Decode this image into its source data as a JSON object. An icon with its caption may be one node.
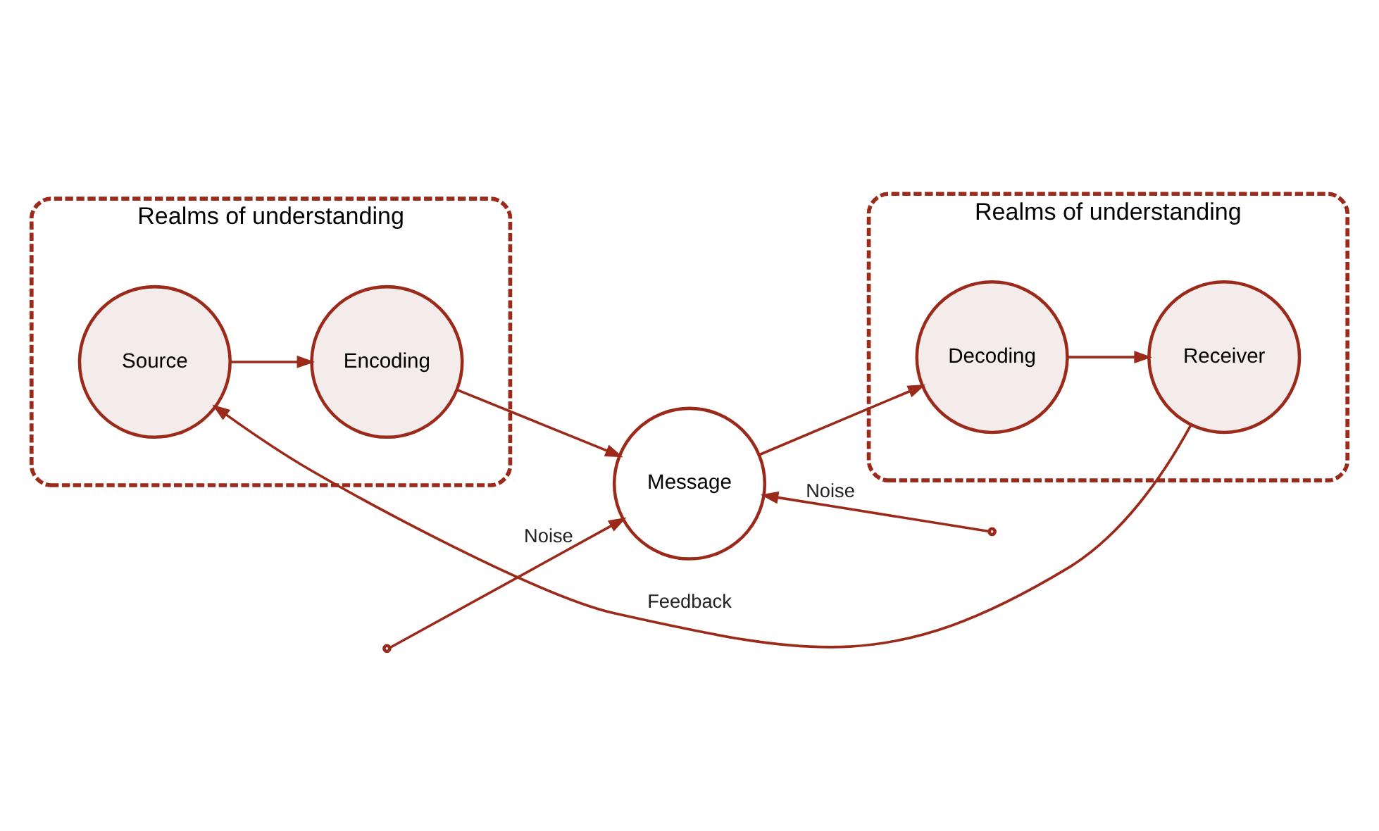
{
  "diagram": {
    "nodes": [
      {
        "text": [
          "Realms of understanding"
        ]
      },
      {
        "text": [
          "Source"
        ],
        "in": 0
      },
      {
        "text": [
          "Encoding"
        ],
        "in": 0
      },
      {
        "text": [
          "Realms of understanding"
        ]
      },
      {
        "text": [
          "Decoding"
        ],
        "in": 3
      },
      {
        "text": [
          "Receiver"
        ],
        "in": 3
      },
      {
        "text": [
          "Message"
        ]
      }
    ],
    "edges": [
      {
        "from": 1,
        "to": 2,
        "arrow": "to"
      },
      {
        "from": 2,
        "to": 6,
        "arrow": "to"
      },
      {
        "from": 6,
        "to": 4,
        "arrow": "to"
      },
      {
        "from": 4,
        "to": 5,
        "arrow": "to"
      },
      {
        "from": 5,
        "to": 1,
        "arrow": "to",
        "label": "Feedback"
      },
      {
        "from": null,
        "to": 6,
        "arrow": "to",
        "label": "Noise"
      },
      {
        "from": null,
        "to": 6,
        "arrow": "to",
        "label": "Noise"
      }
    ]
  }
}
